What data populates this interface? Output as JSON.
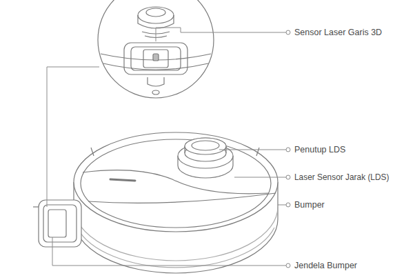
{
  "diagram": {
    "labels": [
      "Sensor Laser Garis 3D",
      "Penutup LDS",
      "Laser Sensor Jarak (LDS)",
      "Bumper",
      "Jendela Bumper"
    ]
  }
}
